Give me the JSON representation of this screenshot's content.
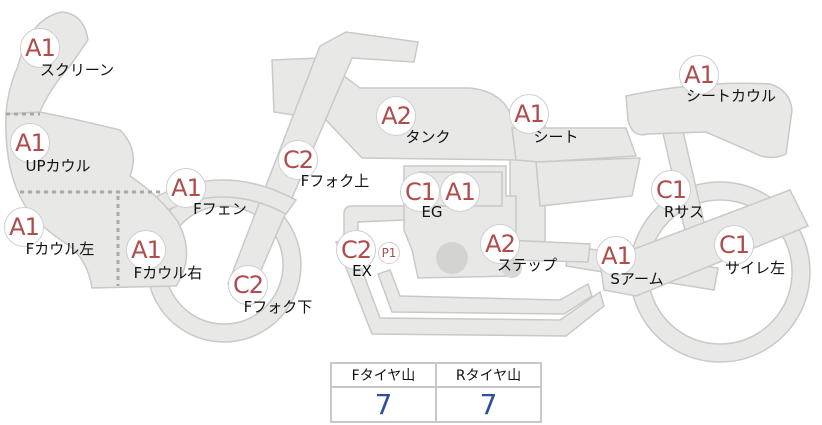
{
  "colors": {
    "body_fill": "#e8e8e6",
    "body_stroke": "#c9c9c6",
    "badge_text": "#b04c4c",
    "value_text": "#2d4f9e",
    "part_seam": "#a9a9a6"
  },
  "parts": [
    {
      "id": "screen",
      "grade": "A1",
      "label": "スクリーン"
    },
    {
      "id": "upper-cowl",
      "grade": "A1",
      "label": "UPカウル"
    },
    {
      "id": "front-cowl-l",
      "grade": "A1",
      "label": "Fカウル左"
    },
    {
      "id": "front-cowl-r",
      "grade": "A1",
      "label": "Fカウル右"
    },
    {
      "id": "front-fender",
      "grade": "A1",
      "label": "Fフェン"
    },
    {
      "id": "front-fork-up",
      "grade": "C2",
      "label": "Fフォク上"
    },
    {
      "id": "front-fork-lo",
      "grade": "C2",
      "label": "Fフォク下"
    },
    {
      "id": "tank",
      "grade": "A2",
      "label": "タンク"
    },
    {
      "id": "engine",
      "grade": "C1",
      "grade2": "A1",
      "label": "EG"
    },
    {
      "id": "exhaust",
      "grade": "C2",
      "grade2": "P1",
      "label": "EX"
    },
    {
      "id": "step",
      "grade": "A2",
      "label": "ステップ"
    },
    {
      "id": "seat",
      "grade": "A1",
      "label": "シート"
    },
    {
      "id": "seat-cowl",
      "grade": "A1",
      "label": "シートカウル"
    },
    {
      "id": "rear-susp",
      "grade": "C1",
      "label": "Rサス"
    },
    {
      "id": "swing-arm",
      "grade": "A1",
      "label": "Sアーム"
    },
    {
      "id": "silencer-l",
      "grade": "C1",
      "label": "サイレ左"
    }
  ],
  "tire_table": {
    "headers": [
      "Fタイヤ山",
      "Rタイヤ山"
    ],
    "values": [
      "7",
      "7"
    ]
  }
}
